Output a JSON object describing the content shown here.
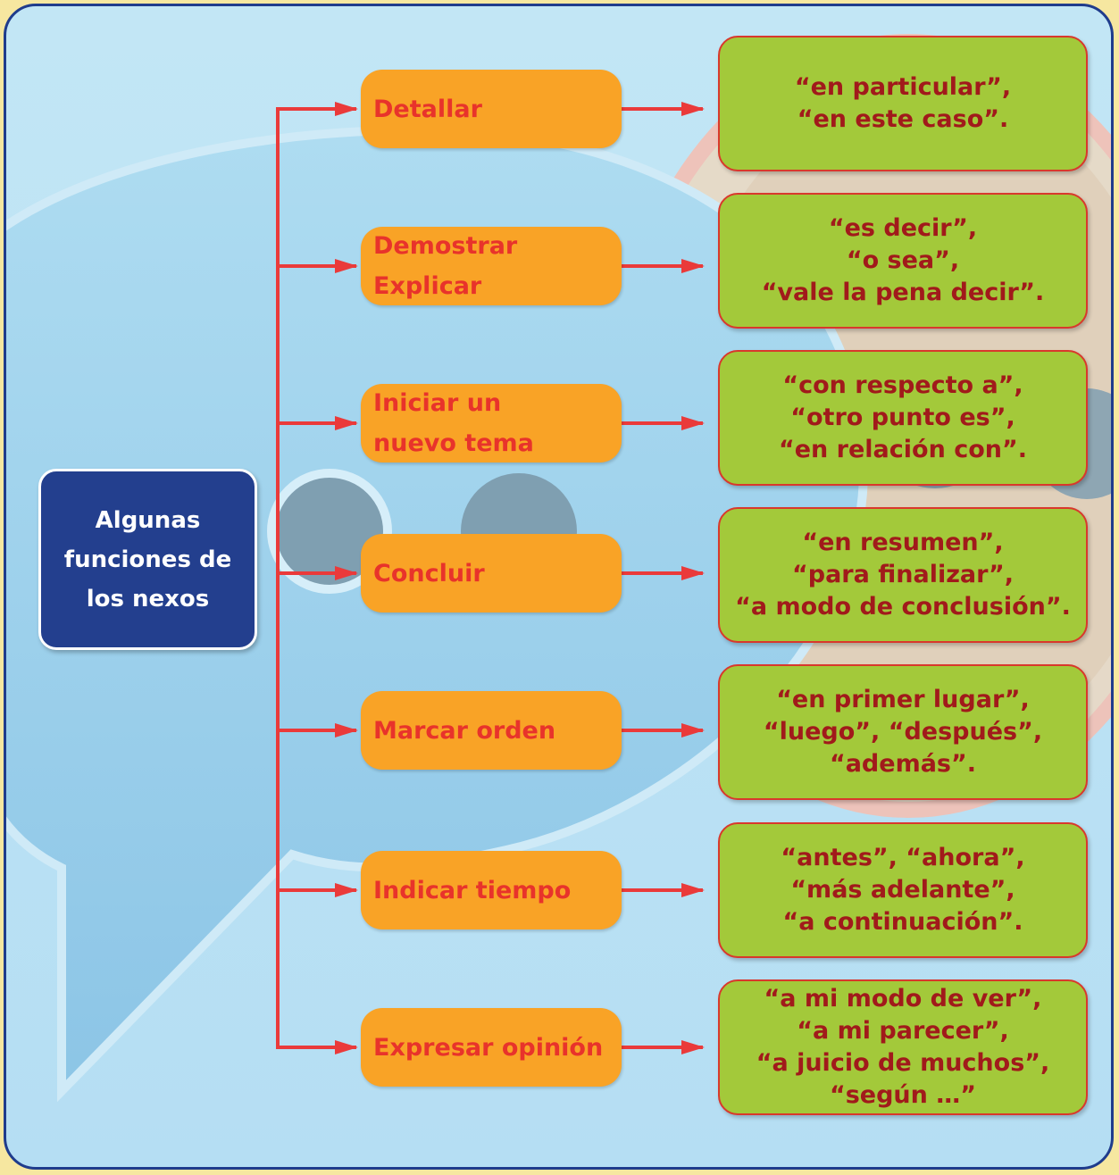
{
  "root": {
    "label": "Algunas\nfunciones de\nlos nexos"
  },
  "functions": [
    {
      "label": "Detallar",
      "examples": "“en particular”,\n“en este caso”."
    },
    {
      "label": "Demostrar\nExplicar",
      "examples": "“es decir”,\n“o sea”,\n“vale la pena decir”."
    },
    {
      "label": "Iniciar un\nnuevo tema",
      "examples": "“con respecto a”,\n“otro punto es”,\n“en relación con”."
    },
    {
      "label": "Concluir",
      "examples": "“en resumen”,\n“para finalizar”,\n“a modo de conclusión”."
    },
    {
      "label": "Marcar orden",
      "examples": "“en primer lugar”,\n“luego”, “después”,\n“además”."
    },
    {
      "label": "Indicar tiempo",
      "examples": "“antes”, “ahora”,\n“más adelante”,\n“a continuación”."
    },
    {
      "label": "Expresar opinión",
      "examples": "“a mi modo de ver”,\n“a mi parecer”,\n“a juicio de muchos”,\n“según …”"
    }
  ],
  "colors": {
    "frame_border": "#1f3c8c",
    "root_fill": "#233f8e",
    "function_fill": "#f9a326",
    "function_text": "#e8332b",
    "example_fill": "#a3c93a",
    "example_border": "#d9382c",
    "example_text": "#a11a1b",
    "connector": "#ea3a3a"
  }
}
